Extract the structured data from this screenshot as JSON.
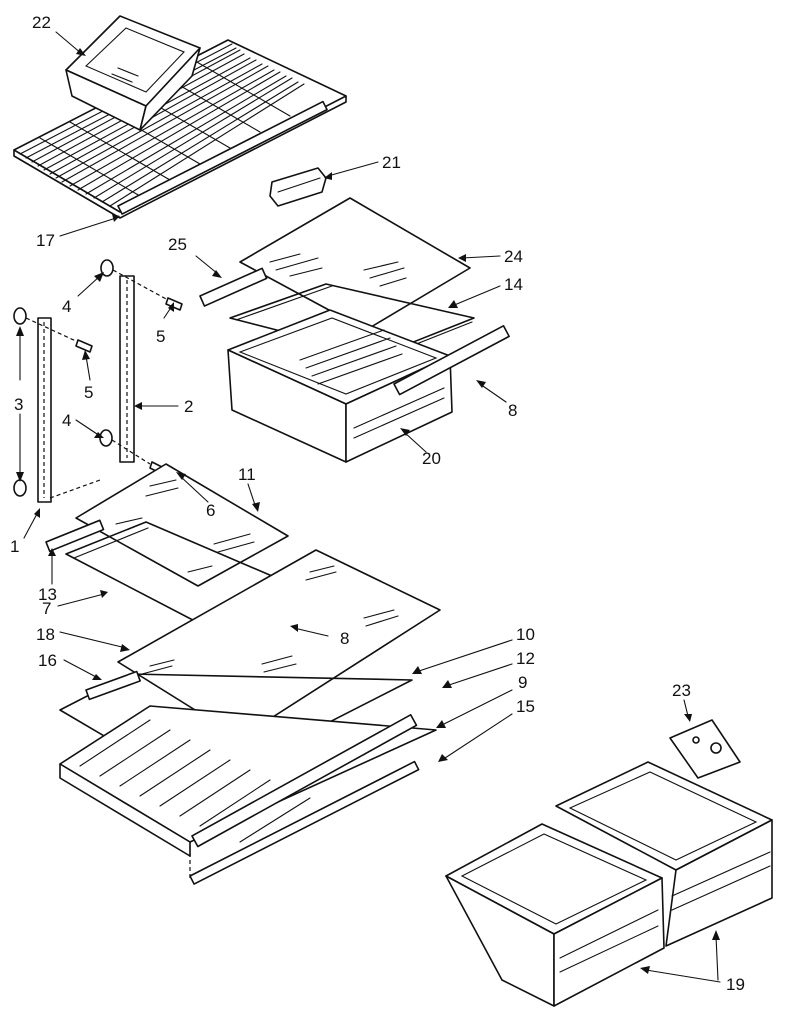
{
  "callouts": [
    {
      "id": "c22",
      "text": "22"
    },
    {
      "id": "c21",
      "text": "21"
    },
    {
      "id": "c17",
      "text": "17"
    },
    {
      "id": "c25",
      "text": "25"
    },
    {
      "id": "c24",
      "text": "24"
    },
    {
      "id": "c14",
      "text": "14"
    },
    {
      "id": "c4a",
      "text": "4"
    },
    {
      "id": "c5a",
      "text": "5"
    },
    {
      "id": "c3",
      "text": "3"
    },
    {
      "id": "c5b",
      "text": "5"
    },
    {
      "id": "c2",
      "text": "2"
    },
    {
      "id": "c4b",
      "text": "4"
    },
    {
      "id": "c8a",
      "text": "8"
    },
    {
      "id": "c20",
      "text": "20"
    },
    {
      "id": "c11",
      "text": "11"
    },
    {
      "id": "c6",
      "text": "6"
    },
    {
      "id": "c1",
      "text": "1"
    },
    {
      "id": "c13",
      "text": "13"
    },
    {
      "id": "c7",
      "text": "7"
    },
    {
      "id": "c18",
      "text": "18"
    },
    {
      "id": "c8b",
      "text": "8"
    },
    {
      "id": "c10",
      "text": "10"
    },
    {
      "id": "c12",
      "text": "12"
    },
    {
      "id": "c16",
      "text": "16"
    },
    {
      "id": "c9",
      "text": "9"
    },
    {
      "id": "c15",
      "text": "15"
    },
    {
      "id": "c23",
      "text": "23"
    },
    {
      "id": "c19",
      "text": "19"
    }
  ]
}
